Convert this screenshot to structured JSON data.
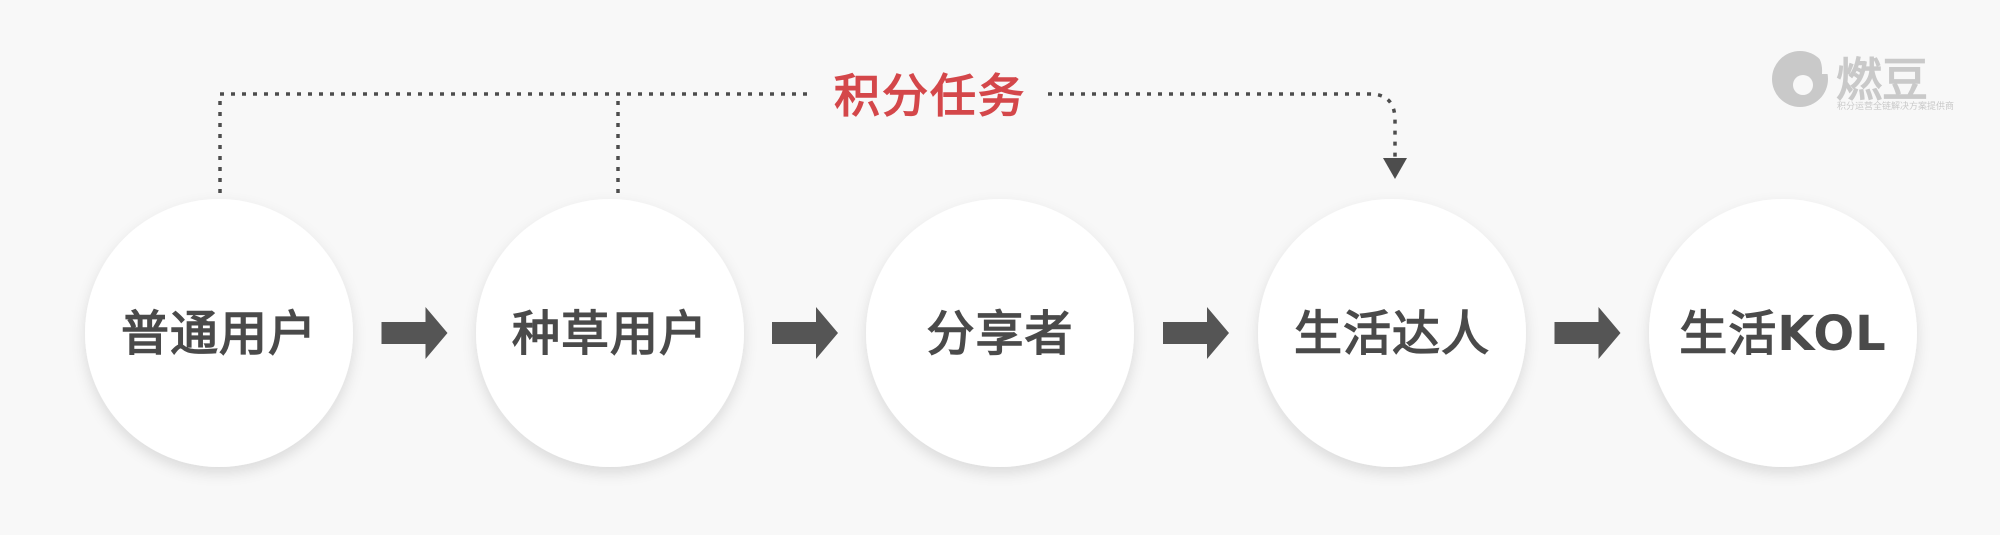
{
  "brand": {
    "name": "燃豆",
    "tagline": "积分运营全链解决方案提供商",
    "color": "#c9c9c9"
  },
  "task": {
    "label": "积分任务",
    "color": "#d4474a"
  },
  "stages": [
    {
      "label": "普通用户"
    },
    {
      "label": "种草用户"
    },
    {
      "label": "分享者"
    },
    {
      "label": "生活达人"
    },
    {
      "label": "生活KOL"
    }
  ],
  "colors": {
    "background": "#f8f8f8",
    "circle": "#ffffff",
    "stage_text": "#4a4a4a",
    "arrow": "#555555",
    "dotted_line": "#4d4d4d"
  }
}
